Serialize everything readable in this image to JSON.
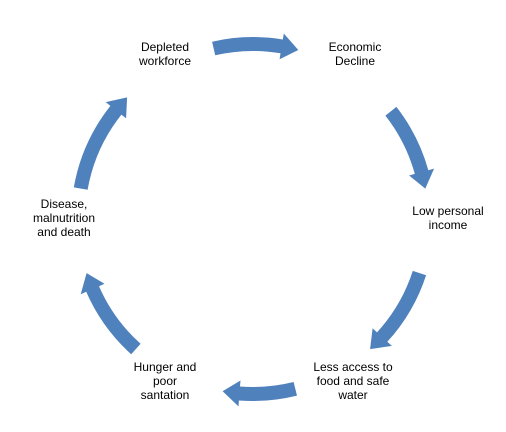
{
  "diagram": {
    "arrow_color": "#4f81bd",
    "nodes": [
      {
        "id": "depleted-workforce",
        "lines": [
          "Depleted",
          "workforce"
        ]
      },
      {
        "id": "economic-decline",
        "lines": [
          "Economic",
          "Decline"
        ]
      },
      {
        "id": "low-personal-income",
        "lines": [
          "Low personal",
          "income"
        ]
      },
      {
        "id": "less-access",
        "lines": [
          "Less access to",
          "food and safe",
          "water"
        ]
      },
      {
        "id": "hunger-and-poor-santation",
        "lines": [
          "Hunger and",
          "poor",
          "santation"
        ]
      },
      {
        "id": "disease-malnutrition-death",
        "lines": [
          "Disease,",
          "malnutrition",
          "and death"
        ]
      }
    ]
  }
}
